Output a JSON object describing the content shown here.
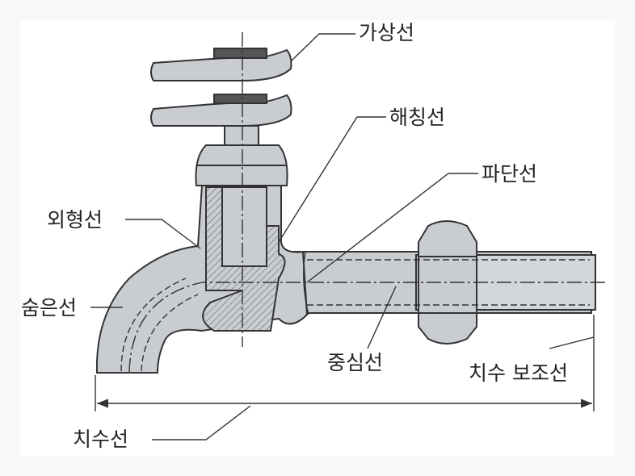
{
  "labels": {
    "phantom_line": "가상선",
    "hatching_line": "해칭선",
    "break_line": "파단선",
    "outline": "외형선",
    "hidden_line": "숨은선",
    "center_line": "중심선",
    "extension_line": "치수 보조선",
    "dimension_line": "치수선"
  },
  "colors": {
    "body": "#c9ccd0",
    "stroke": "#333333",
    "background": "#f8f8f8"
  }
}
